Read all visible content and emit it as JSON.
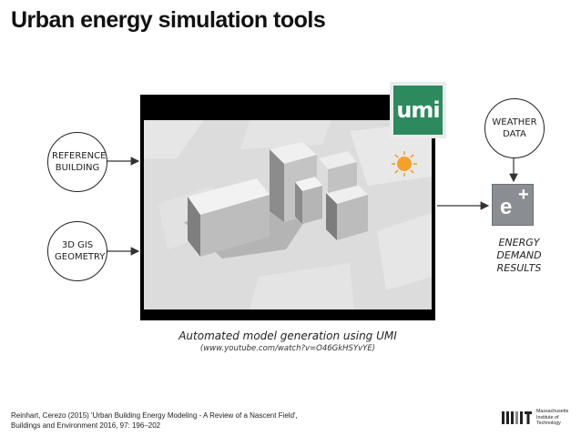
{
  "title": "Urban energy simulation tools",
  "inputs": {
    "reference_building": "REFERENCE BUILDING",
    "gis_geometry": "3D GIS GEOMETRY",
    "weather_data": "WEATHER DATA"
  },
  "logos": {
    "umi": "umi",
    "energyplus_e": "e",
    "energyplus_plus": "+",
    "mit_institute": [
      "Massachusetts",
      "Institute of",
      "Technology"
    ]
  },
  "output": {
    "line1": "ENERGY",
    "line2": "DEMAND",
    "line3": "RESULTS"
  },
  "caption": "Automated model generation using UMI",
  "url": "(www.youtube.com/watch?v=O46GkHSYvYE)",
  "reference": {
    "line1": "Reinhart, Cerezo (2015) 'Urban Building Energy Modeling - A Review of a Nascent Field',",
    "line2": "Buildings and Environment 2016, 97: 196–202"
  },
  "colors": {
    "umi_green": "#2d8a5e",
    "energyplus_gray": "#8a8d91",
    "sun_orange": "#f2a12b"
  },
  "icons": [
    "sun-icon",
    "umi-logo",
    "energyplus-logo",
    "mit-logo"
  ]
}
